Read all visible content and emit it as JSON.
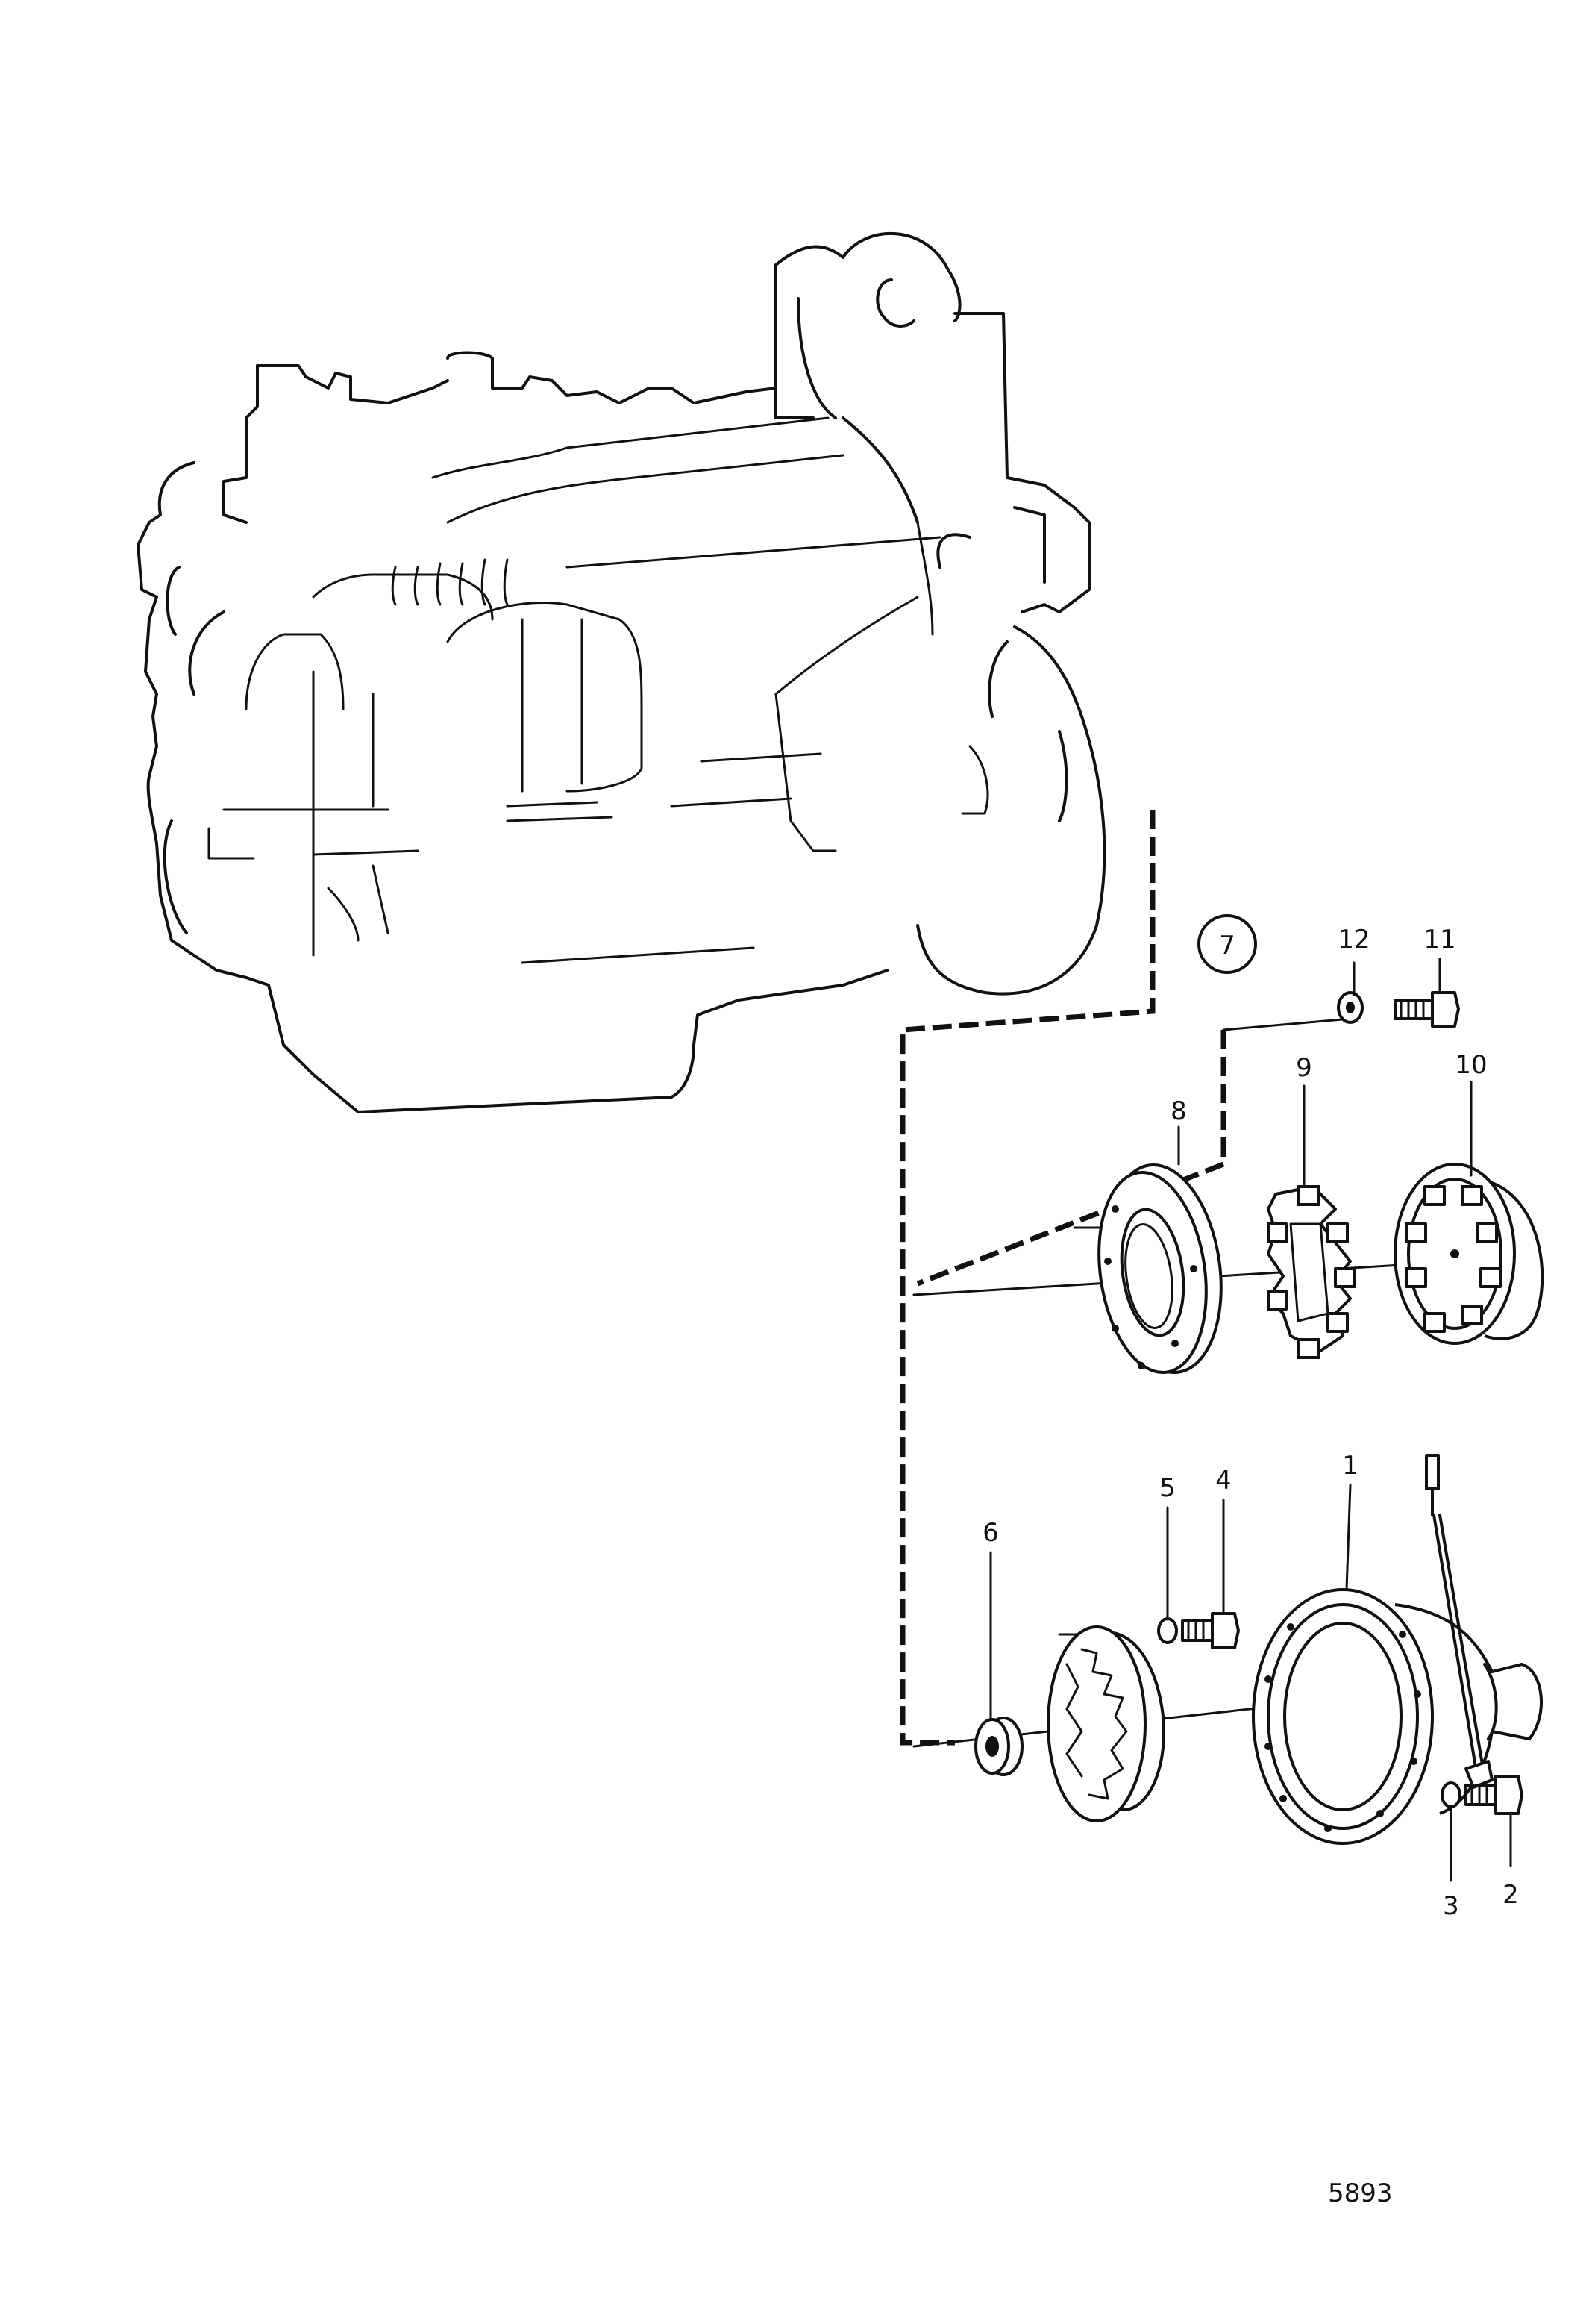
{
  "callouts": [
    "1",
    "2",
    "3",
    "4",
    "5",
    "6",
    "7",
    "8",
    "9",
    "10",
    "11",
    "12"
  ],
  "figure_number": "5893"
}
